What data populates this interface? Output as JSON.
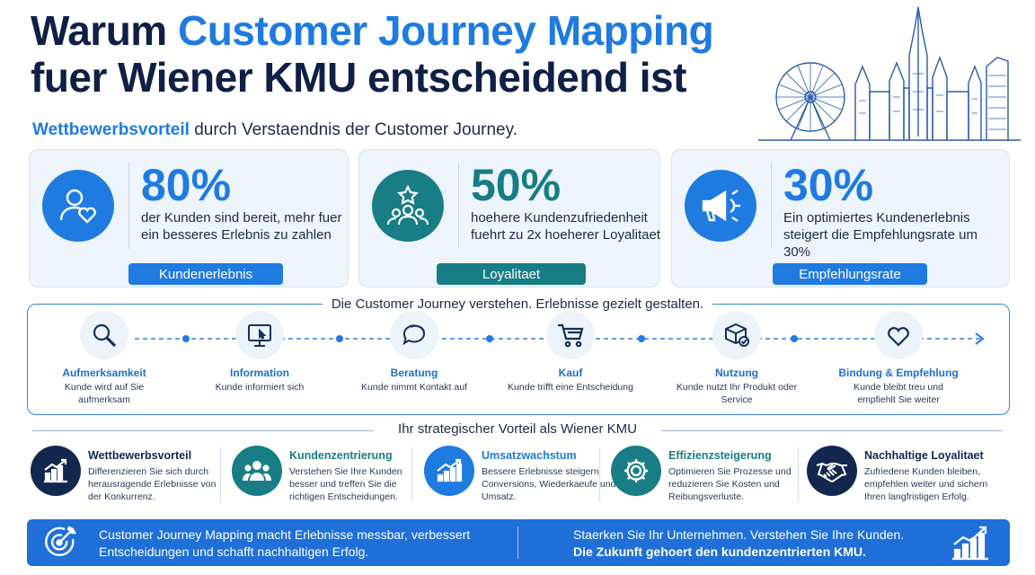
{
  "header": {
    "title_part1": "Warum ",
    "title_accent": "Customer Journey Mapping",
    "title_part2": "fuer Wiener KMU entscheidend ist",
    "subtitle_accent": "Wettbewerbsvorteil",
    "subtitle_rest": " durch Verstaendnis der Customer Journey."
  },
  "stats": [
    {
      "percent": "80%",
      "text": "der Kunden sind bereit, mehr fuer ein besseres Erlebnis zu zahlen",
      "label": "Kundenerlebnis",
      "icon": "customer-heart-icon"
    },
    {
      "percent": "50%",
      "text": "hoehere Kundenzufriedenheit fuehrt zu 2x hoeherer Loyalitaet",
      "label": "Loyalitaet",
      "icon": "group-star-icon"
    },
    {
      "percent": "30%",
      "text": "Ein optimiertes Kundenerlebnis steigert die Empfehlungsrate um 30%",
      "label": "Empfehlungsrate",
      "icon": "megaphone-icon"
    }
  ],
  "journey": {
    "title": "Die Customer Journey verstehen. Erlebnisse gezielt gestalten.",
    "stages": [
      {
        "name": "Aufmerksamkeit",
        "desc": "Kunde wird auf Sie aufmerksam",
        "icon": "magnifier-icon"
      },
      {
        "name": "Information",
        "desc": "Kunde informiert sich",
        "icon": "monitor-icon"
      },
      {
        "name": "Beratung",
        "desc": "Kunde nimmt Kontakt auf",
        "icon": "chat-bubble-icon"
      },
      {
        "name": "Kauf",
        "desc": "Kunde trifft eine Entscheidung",
        "icon": "cart-icon"
      },
      {
        "name": "Nutzung",
        "desc": "Kunde nutzt Ihr Produkt oder Service",
        "icon": "package-check-icon"
      },
      {
        "name": "Bindung & Empfehlung",
        "desc": "Kunde bleibt treu und empfiehlt Sie weiter",
        "icon": "heart-icon"
      }
    ]
  },
  "advantages": {
    "title": "Ihr strategischer Vorteil als Wiener KMU",
    "items": [
      {
        "name": "Wettbewerbsvorteil",
        "desc": "Differenzieren Sie sich durch herausragende Erlebnisse von der Konkurrenz.",
        "icon": "growth-chart-icon",
        "color": "#13284f"
      },
      {
        "name": "Kundenzentrierung",
        "desc": "Verstehen Sie Ihre Kunden besser und treffen Sie die richtigen Entscheidungen.",
        "icon": "people-group-icon",
        "color": "#187d85"
      },
      {
        "name": "Umsatzwachstum",
        "desc": "Bessere Erlebnisse steigern Conversions, Wiederkaeufe und Umsatz.",
        "icon": "bar-growth-icon",
        "color": "#1f7be0"
      },
      {
        "name": "Effizienzsteigerung",
        "desc": "Optimieren Sie Prozesse und reduzieren Sie Kosten und Reibungsverluste.",
        "icon": "gear-icon",
        "color": "#187d85"
      },
      {
        "name": "Nachhaltige Loyalitaet",
        "desc": "Zufriedene Kunden bleiben, empfehlen weiter und sichern Ihren langfristigen Erfolg.",
        "icon": "handshake-icon",
        "color": "#13284f"
      }
    ]
  },
  "footer": {
    "left": "Customer Journey Mapping macht Erlebnisse messbar, verbessert Entscheidungen und schafft nachhaltigen Erfolg.",
    "right_line1": "Staerken Sie Ihr Unternehmen. Verstehen Sie Ihre Kunden.",
    "right_line2": "Die Zukunft gehoert den kundenzentrierten KMU."
  },
  "colors": {
    "blue": "#1f7be0",
    "teal": "#187d85",
    "navy": "#13284f",
    "footer": "#1f6fd8"
  }
}
